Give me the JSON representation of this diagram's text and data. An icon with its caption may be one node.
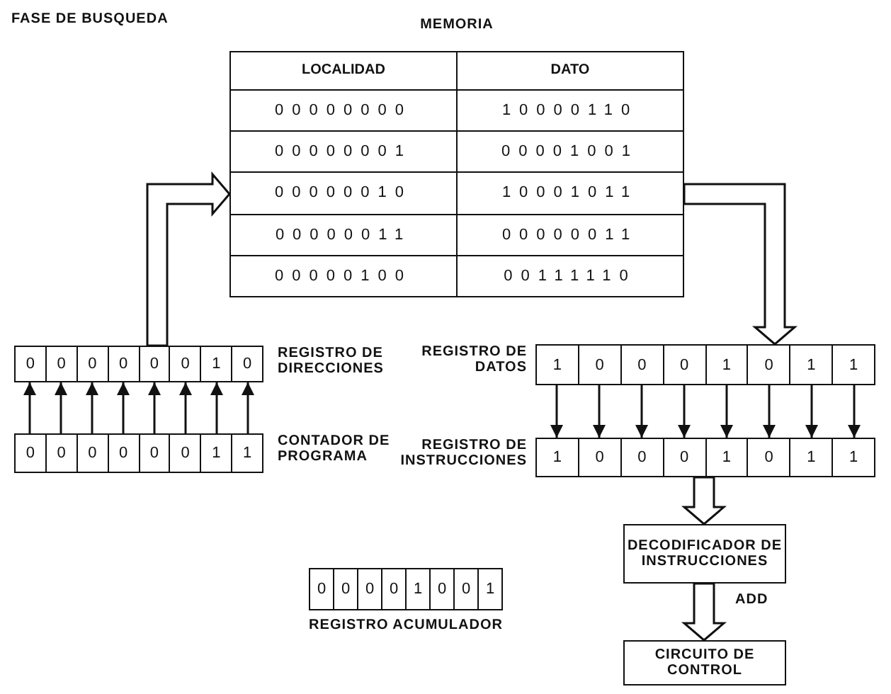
{
  "diagram": {
    "title": "FASE DE BUSQUEDA",
    "nodes": [
      {
        "text": [
          "MEMORIA"
        ]
      },
      {
        "text": [
          "0",
          "0",
          "0",
          "0",
          "0",
          "0",
          "1",
          "0"
        ],
        "beside": [
          "REGISTRO DE DIRECCIONES"
        ]
      },
      {
        "text": [
          "0",
          "0",
          "0",
          "0",
          "0",
          "0",
          "1",
          "1"
        ],
        "beside": [
          "CONTADOR DE PROGRAMA"
        ]
      },
      {
        "text": [
          "1",
          "0",
          "0",
          "0",
          "1",
          "0",
          "1",
          "1"
        ],
        "beside": [
          "REGISTRO DE DATOS"
        ]
      },
      {
        "text": [
          "1",
          "0",
          "0",
          "0",
          "1",
          "0",
          "1",
          "1"
        ],
        "beside": [
          "REGISTRO DE INSTRUCCIONES"
        ]
      },
      {
        "text": [
          "0",
          "0",
          "0",
          "0",
          "1",
          "0",
          "0",
          "1"
        ],
        "beside": [
          "REGISTRO ACUMULADOR"
        ]
      },
      {
        "text": [
          "DECODIFICADOR DE INSTRUCCIONES"
        ]
      },
      {
        "text": [
          "CIRCUITO DE CONTROL"
        ]
      }
    ],
    "edges": [
      {
        "from": 1,
        "to": 0,
        "arrow": "to",
        "style": "thick"
      },
      {
        "from": 2,
        "to": 1,
        "arrow": "to"
      },
      {
        "from": 2,
        "to": 1,
        "arrow": "to"
      },
      {
        "from": 2,
        "to": 1,
        "arrow": "to"
      },
      {
        "from": 2,
        "to": 1,
        "arrow": "to"
      },
      {
        "from": 2,
        "to": 1,
        "arrow": "to"
      },
      {
        "from": 2,
        "to": 1,
        "arrow": "to"
      },
      {
        "from": 2,
        "to": 1,
        "arrow": "to"
      },
      {
        "from": 2,
        "to": 1,
        "arrow": "to"
      },
      {
        "from": 0,
        "to": 3,
        "arrow": "to",
        "style": "thick"
      },
      {
        "from": 3,
        "to": 4,
        "arrow": "to"
      },
      {
        "from": 3,
        "to": 4,
        "arrow": "to"
      },
      {
        "from": 3,
        "to": 4,
        "arrow": "to"
      },
      {
        "from": 3,
        "to": 4,
        "arrow": "to"
      },
      {
        "from": 3,
        "to": 4,
        "arrow": "to"
      },
      {
        "from": 3,
        "to": 4,
        "arrow": "to"
      },
      {
        "from": 3,
        "to": 4,
        "arrow": "to"
      },
      {
        "from": 3,
        "to": 4,
        "arrow": "to"
      },
      {
        "from": 4,
        "to": 6,
        "arrow": "to",
        "style": "thick"
      },
      {
        "from": 6,
        "to": 7,
        "arrow": "to",
        "style": "thick",
        "label": "ADD"
      }
    ],
    "labels": [
      "LOCALIDAD",
      "DATO",
      "00000000",
      "10000110",
      "00000001",
      "00001001",
      "00000010",
      "10001011",
      "00000011",
      "00000011",
      "00000100",
      "00111110"
    ]
  }
}
